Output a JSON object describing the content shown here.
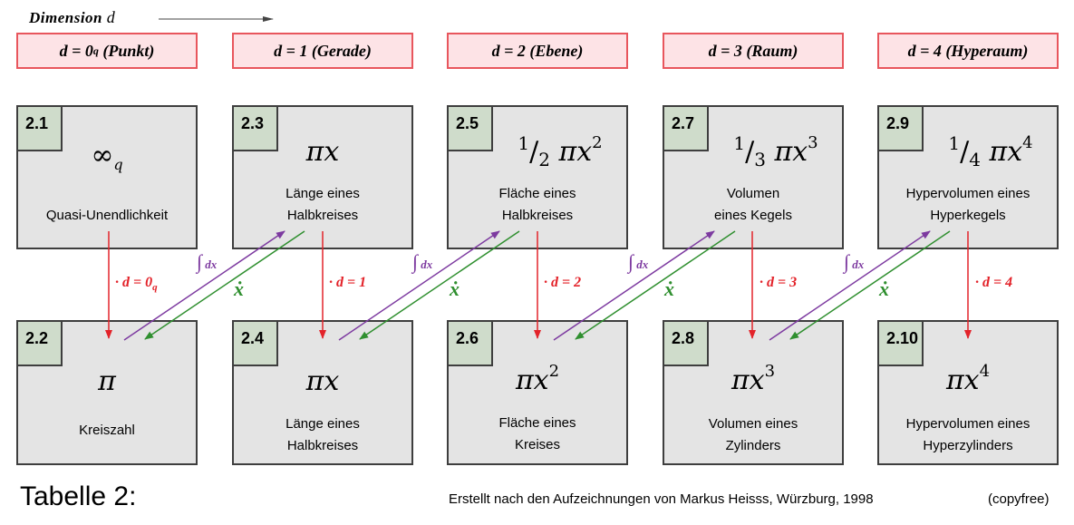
{
  "dimension_label": "Dimension",
  "dimension_var": "d",
  "headers": [
    {
      "math": "d = 0",
      "sub": "q",
      "word": "(Punkt)"
    },
    {
      "math": "d = 1",
      "sub": "",
      "word": "(Gerade)"
    },
    {
      "math": "d = 2",
      "sub": "",
      "word": "(Ebene)"
    },
    {
      "math": "d = 3",
      "sub": "",
      "word": "(Raum)"
    },
    {
      "math": "d = 4",
      "sub": "",
      "word": "(Hyperaum)"
    }
  ],
  "top_boxes": [
    {
      "id": "2.1",
      "formula_base": "∞",
      "formula_sub": "q",
      "desc1": "Quasi-Unendlichkeit",
      "desc2": ""
    },
    {
      "id": "2.3",
      "formula_base": "πx",
      "desc1": "Länge eines",
      "desc2": "Halbkreises"
    },
    {
      "id": "2.5",
      "frac_num": "1",
      "frac_den": "2",
      "formula_base": "πx",
      "formula_exp": "2",
      "desc1": "Fläche eines",
      "desc2": "Halbkreises"
    },
    {
      "id": "2.7",
      "frac_num": "1",
      "frac_den": "3",
      "formula_base": "πx",
      "formula_exp": "3",
      "desc1": "Volumen",
      "desc2": "eines Kegels"
    },
    {
      "id": "2.9",
      "frac_num": "1",
      "frac_den": "4",
      "formula_base": "πx",
      "formula_exp": "4",
      "desc1": "Hypervolumen eines",
      "desc2": "Hyperkegels"
    }
  ],
  "bottom_boxes": [
    {
      "id": "2.2",
      "formula_base": "π",
      "desc1": "Kreiszahl",
      "desc2": ""
    },
    {
      "id": "2.4",
      "formula_base": "πx",
      "desc1": "Länge eines",
      "desc2": "Halbkreises"
    },
    {
      "id": "2.6",
      "formula_base": "πx",
      "formula_exp": "2",
      "desc1": "Fläche eines",
      "desc2": "Kreises"
    },
    {
      "id": "2.8",
      "formula_base": "πx",
      "formula_exp": "3",
      "desc1": "Volumen eines",
      "desc2": "Zylinders"
    },
    {
      "id": "2.10",
      "formula_base": "πx",
      "formula_exp": "4",
      "desc1": "Hypervolumen eines",
      "desc2": "Hyperzylinders"
    }
  ],
  "multiply_ops": [
    {
      "prefix": "· d = 0",
      "sub": "q"
    },
    {
      "prefix": "· d = 1",
      "sub": ""
    },
    {
      "prefix": "· d = 2",
      "sub": ""
    },
    {
      "prefix": "· d = 3",
      "sub": ""
    },
    {
      "prefix": "· d = 4",
      "sub": ""
    }
  ],
  "integral_op": {
    "symbol": "∫",
    "text": "dx"
  },
  "derivative_op": "ẋ",
  "colors": {
    "header_fill": "#fde3e6",
    "header_border": "#e8565d",
    "box_fill": "#e4e4e4",
    "tag_fill": "#cfdccb",
    "red_arrow": "#e3232a",
    "purple_arrow": "#7d3aa0",
    "green_arrow": "#2f8f2f"
  },
  "footer": {
    "table_label": "Tabelle 2:",
    "credit": "Erstellt nach den Aufzeichnungen von Markus Heisss, Würzburg, 1998",
    "copy": "(copyfree)"
  }
}
